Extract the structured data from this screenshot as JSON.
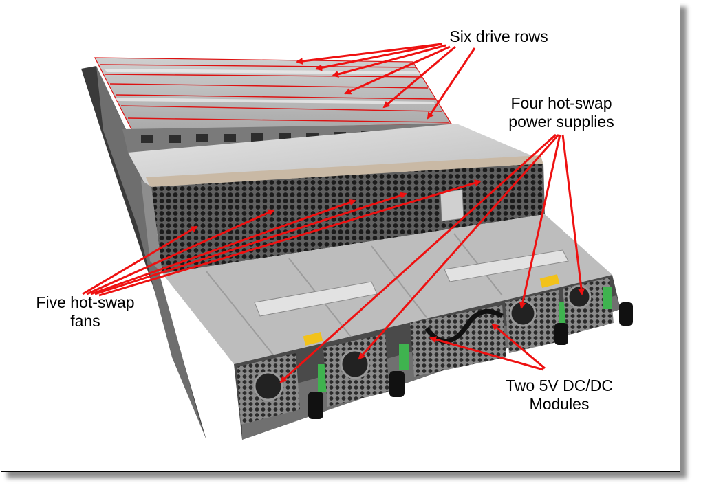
{
  "callouts": {
    "drive_rows": "Six drive rows",
    "power_supplies_line1": "Four hot-swap",
    "power_supplies_line2": "power supplies",
    "fans_line1": "Five hot-swap",
    "fans_line2": "fans",
    "dcdc_line1": "Two 5V DC/DC",
    "dcdc_line2": "Modules"
  },
  "colors": {
    "arrow": "#ee1111",
    "chassis_light": "#d9d9d9",
    "chassis_dark": "#2a2a2a",
    "latch_green": "#3fb34f",
    "warning_yellow": "#f2c21b"
  }
}
